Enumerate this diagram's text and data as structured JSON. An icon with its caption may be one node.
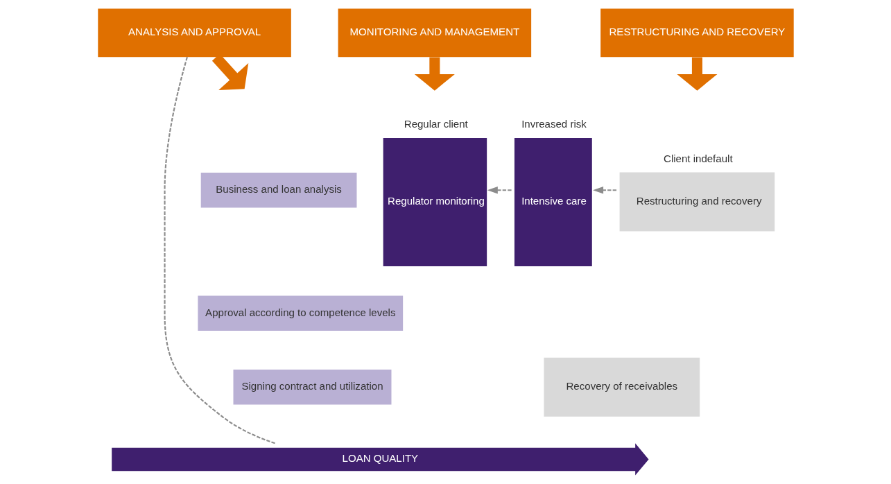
{
  "diagram": {
    "nodes": [
      {
        "text": [
          "ANALYSIS AND APPROVAL"
        ]
      },
      {
        "text": [
          "MONITORING AND MANAGEMENT"
        ]
      },
      {
        "text": [
          "RESTRUCTURING AND RECOVERY"
        ]
      },
      {
        "text": [
          "Business and loan analysis"
        ]
      },
      {
        "text": [
          "Approval according to competence levels"
        ]
      },
      {
        "text": [
          "Signing contract and utilization"
        ]
      },
      {
        "text": [
          "Regulator monitoring"
        ],
        "beside": [
          "Regular client"
        ]
      },
      {
        "text": [
          "Intensive care"
        ],
        "beside": [
          "Invreased risk"
        ]
      },
      {
        "text": [
          "Restructuring and recovery"
        ],
        "beside": [
          "Client indefault"
        ]
      },
      {
        "text": [
          "Recovery of receivables"
        ]
      },
      {
        "text": [
          "LOAN QUALITY"
        ]
      }
    ],
    "edges": [
      {
        "from": 0,
        "to": null,
        "arrow": "to",
        "style": "thick",
        "color": "#e07000"
      },
      {
        "from": 1,
        "to": null,
        "arrow": "to",
        "style": "thick",
        "color": "#e07000"
      },
      {
        "from": 2,
        "to": null,
        "arrow": "to",
        "style": "thick",
        "color": "#e07000"
      },
      {
        "from": 0,
        "to": 10,
        "arrow": "none",
        "style": "dashed",
        "color": "#8c8c8c"
      },
      {
        "from": 8,
        "to": 7,
        "arrow": "to",
        "style": "dashed",
        "color": "#8c8c8c"
      },
      {
        "from": 7,
        "to": 6,
        "arrow": "to",
        "style": "dashed",
        "color": "#8c8c8c"
      }
    ]
  }
}
